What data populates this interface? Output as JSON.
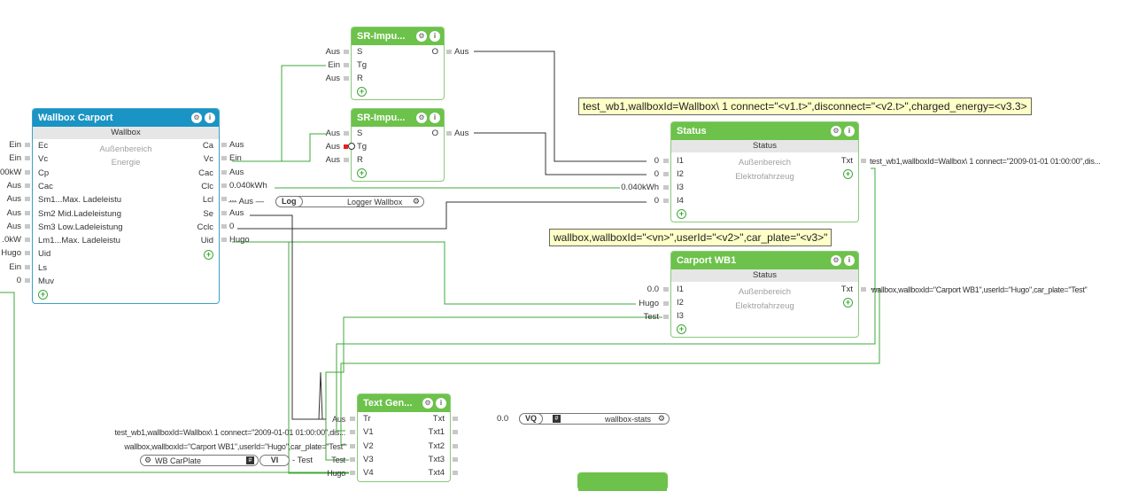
{
  "colors": {
    "wire": "#3fa83a",
    "wire_dark": "#333333",
    "block_header": "#6cc24a",
    "block_header_selected": "#1a94c4",
    "note_bg": "#ffffc8"
  },
  "wallbox": {
    "title": "Wallbox Carport",
    "subtitle": "Wallbox",
    "desc1": "Außenbereich",
    "desc2": "Energie",
    "inputs": [
      "Ec",
      "Vc",
      "Cp",
      "Cac",
      "Sm1...Max. Ladeleistu",
      "Sm2 Mid.Ladeleistung",
      "Sm3 Low.Ladeleistung",
      "Lm1...Max. Ladeleistu",
      "Uid",
      "Ls",
      "Muv"
    ],
    "outputs": [
      "Ca",
      "Vc",
      "Cac",
      "Clc",
      "Lcl",
      "Se",
      "Cclc",
      "Uid"
    ],
    "ext_in": [
      "Ein",
      "Ein",
      "00kW",
      "Aus",
      "Aus",
      "Aus",
      "Aus",
      ".0kW",
      "Hugo",
      "Ein",
      "0"
    ],
    "ext_out": [
      "Aus",
      "Ein",
      "Aus",
      "0.040kWh",
      "...",
      "Aus",
      "0",
      "Hugo"
    ]
  },
  "sr1": {
    "title": "SR-Impu...",
    "inputs": [
      "S",
      "Tg",
      "R"
    ],
    "output": "O",
    "ext_in": [
      "Aus",
      "Ein",
      "Aus"
    ],
    "ext_out": "Aus"
  },
  "sr2": {
    "title": "SR-Impu...",
    "inputs": [
      "S",
      "Tg",
      "R"
    ],
    "output": "O",
    "ext_in": [
      "Aus",
      "Aus",
      "Aus"
    ],
    "ext_out": "Aus"
  },
  "logger": {
    "prefix": "Aus",
    "label": "Log",
    "name": "Logger Wallbox"
  },
  "note1": "test_wb1,wallboxId=Wallbox\\ 1 connect=\"<v1.t>\",disconnect=\"<v2.t>\",charged_energy=<v3.3>",
  "note2": "wallbox,wallboxId=\"<vn>\",userId=\"<v2>\",car_plate=\"<v3>\"",
  "status": {
    "title": "Status",
    "subtitle": "Status",
    "desc1": "Außenbereich",
    "desc2": "Elektrofahrzeug",
    "inputs": [
      "I1",
      "I2",
      "I3",
      "I4"
    ],
    "output": "Txt",
    "ext_in": [
      "0",
      "0",
      "0.040kWh",
      "0"
    ],
    "ext_out": "test_wb1,wallboxId=Wallbox\\ 1 connect=\"2009-01-01 01:00:00\",dis..."
  },
  "carport": {
    "title": "Carport WB1",
    "subtitle": "Status",
    "desc1": "Außenbereich",
    "desc2": "Elektrofahrzeug",
    "inputs": [
      "I1",
      "I2",
      "I3"
    ],
    "output": "Txt",
    "ext_in": [
      "0.0",
      "Hugo",
      "Test"
    ],
    "ext_out": "wallbox,wallboxId=\"Carport WB1\",userId=\"Hugo\",car_plate=\"Test\""
  },
  "textgen": {
    "title": "Text Gen...",
    "inputs": [
      "Tr",
      "V1",
      "V2",
      "V3",
      "V4"
    ],
    "outputs": [
      "Txt",
      "Txt1",
      "Txt2",
      "Txt3",
      "Txt4"
    ],
    "ext_in": [
      "Aus",
      "test_wb1,wallboxId=Wallbox\\ 1 connect=\"2009-01-01 01:00:00\",dis...",
      "wallbox,wallboxId=\"Carport WB1\",userId=\"Hugo\",car_plate=\"Test\"",
      "Test",
      "Hugo"
    ]
  },
  "carplate": {
    "label": "WB CarPlate",
    "btn": "VI",
    "value": "Test"
  },
  "vq": {
    "prefix": "0.0",
    "btn": "VQ",
    "name": "wallbox-stats"
  }
}
